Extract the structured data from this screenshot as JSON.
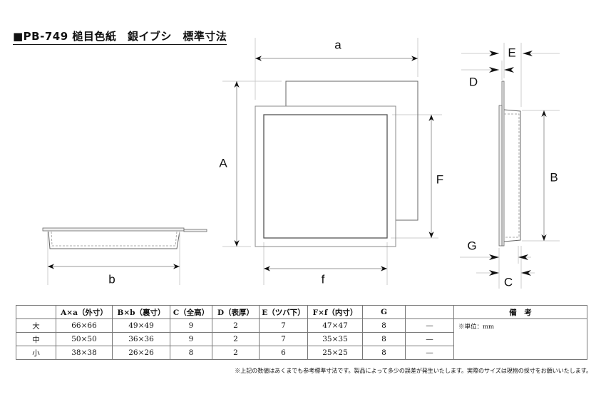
{
  "title": "■PB-749 槌目色紙　銀イブシ　標準寸法",
  "labels": {
    "a": "a",
    "A": "A",
    "F": "F",
    "f": "f",
    "b": "b",
    "E": "E",
    "D": "D",
    "B": "B",
    "G": "G",
    "C": "C"
  },
  "table": {
    "headers": [
      "",
      "A×a（外寸）",
      "B×b（裏寸）",
      "C（全高）",
      "D（表厚）",
      "E（ツバ下）",
      "F×f（内寸）",
      "G",
      "",
      "備　考"
    ],
    "rows": [
      [
        "大",
        "66×66",
        "49×49",
        "9",
        "2",
        "7",
        "47×47",
        "8",
        "—"
      ],
      [
        "中",
        "50×50",
        "36×36",
        "9",
        "2",
        "7",
        "35×35",
        "8",
        "—"
      ],
      [
        "小",
        "38×38",
        "26×26",
        "8",
        "2",
        "6",
        "25×25",
        "8",
        "—"
      ]
    ],
    "remarks": "※単位：mm"
  },
  "footnote": "※上記の数値はあくまでも参考標準寸法です。製品によって多少の誤差が発生いたします。実際のサイズは現物の採寸をお願いいたします。"
}
